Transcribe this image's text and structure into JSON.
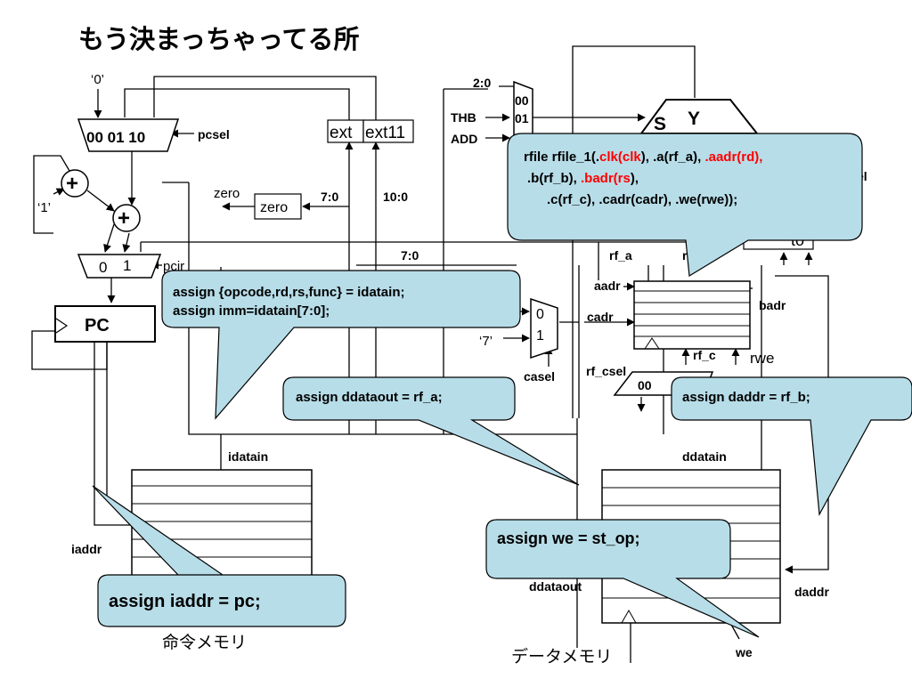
{
  "slide": {
    "title": "もう決まっちゃってる所",
    "imem_caption": "命令メモリ",
    "dmem_caption": "データメモリ"
  },
  "labels": {
    "zero_const": "‘0’",
    "one_const": "‘1’",
    "seven_const": "‘7’",
    "pcsel_in": "00  01 10",
    "pcsel": "pcsel",
    "pcjr": "pcjr",
    "pcmux_in0": "0",
    "pcmux_in1": "1",
    "pc": "PC",
    "ext": "ext",
    "ext11": "ext11",
    "zero_box": "zero",
    "zero_out": "zero",
    "bits_7_0_a": "7:0",
    "bits_10_0": "10:0",
    "bits_7_0_b": "7:0",
    "bits_2_0": "2:0",
    "thb": "THB",
    "add": "ADD",
    "alumux_00": "00",
    "alumux_01": "01",
    "alu_s": "S",
    "alu_y": "Y",
    "sel_fragment": "el",
    "to_fragment": "to",
    "rf_a": "rf_a",
    "rf_b": "rf_",
    "aadr": "aadr",
    "badr": "badr",
    "cadr": "cadr",
    "rf_c": "rf_c",
    "rwe": "rwe",
    "rf_csel": "rf_csel",
    "csel_00": "00",
    "cmux_0": "0",
    "cmux_1": "1",
    "casel": "casel",
    "idatain": "idatain",
    "ddatain": "ddatain",
    "iaddr": "iaddr",
    "ddataout": "ddataout",
    "daddr": "daddr",
    "we": "we"
  },
  "callouts": {
    "rfile_1": "rfile rfile_1(.",
    "rfile_2": "clk(clk",
    "rfile_3": "), .a(rf_a), ",
    "rfile_4": ".aadr(rd),",
    "rfile_5": ".b(rf_b), ",
    "rfile_6": ".badr(rs",
    "rfile_7": "),",
    "rfile_8": ".c(rf_c),  .cadr(cadr), .we(rwe));",
    "assign_op_1": "assign {opcode,rd,rs,func} = idatain;",
    "assign_op_2": "assign imm=idatain[7:0];",
    "assign_ddataout": "assign ddataout = rf_a;",
    "assign_daddr": "assign daddr = rf_b;",
    "assign_we": "assign we = st_op;",
    "assign_iaddr": "assign iaddr = pc;"
  },
  "colors": {
    "callout_fill": "#b7dde8",
    "highlight": "#ff0000"
  }
}
